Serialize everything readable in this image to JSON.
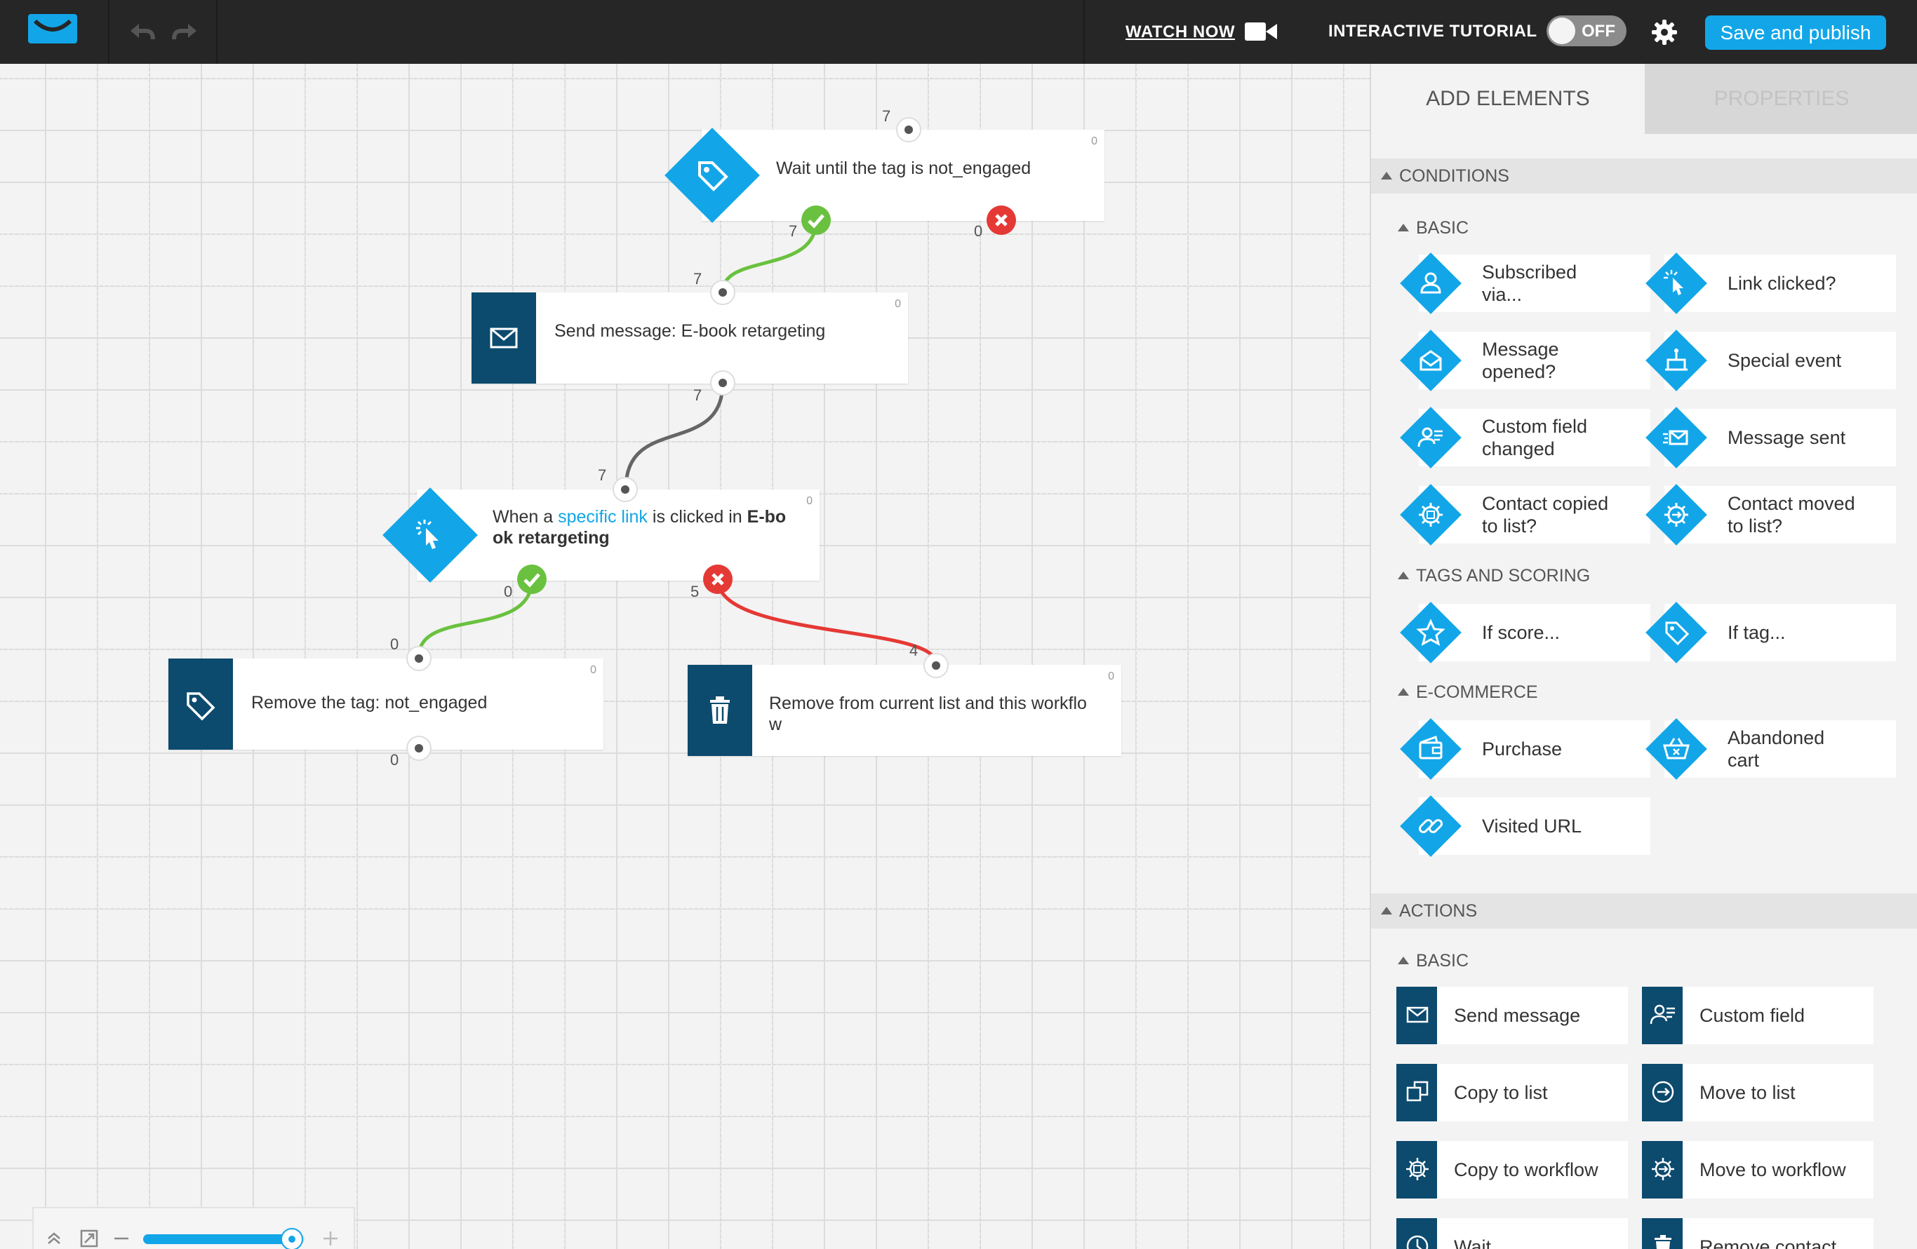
{
  "topbar": {
    "watch_now": "WATCH NOW",
    "tutorial_label": "INTERACTIVE TUTORIAL",
    "tutorial_toggle": "OFF",
    "save_label": "Save and publish"
  },
  "colors": {
    "accent": "#12a6e8",
    "dark_node": "#0c4a6e",
    "yes": "#6ac13f",
    "no": "#e53935",
    "topbar": "#262626"
  },
  "zoom": {
    "level": 0.92
  },
  "workflow": {
    "nodes": [
      {
        "id": "wait-tag",
        "text": "Wait until the tag is not_engaged",
        "count": "0",
        "in": "7",
        "yes": "7",
        "no": "0"
      },
      {
        "id": "send-message",
        "text": "Send message: E-book retargeting",
        "count": "0",
        "in": "7",
        "out": "7"
      },
      {
        "id": "link-clicked",
        "pre": "When a ",
        "link": "specific link",
        "mid": " is clicked in ",
        "bold1": "E-bo",
        "bold2": "ok retargeting",
        "count": "0",
        "in": "7",
        "yes": "0",
        "no": "5"
      },
      {
        "id": "remove-tag",
        "text": "Remove the tag: not_engaged",
        "count": "0",
        "in": "0",
        "out": "0"
      },
      {
        "id": "remove-list",
        "text1": "Remove from current list and this workflo",
        "text2": "w",
        "count": "0",
        "in": "4"
      }
    ]
  },
  "sidebar": {
    "tabs": [
      "ADD ELEMENTS",
      "PROPERTIES"
    ],
    "conditions": {
      "title": "CONDITIONS",
      "basic_title": "BASIC",
      "basic": [
        {
          "label1": "Subscribed",
          "label2": "via...",
          "icon": "user-icon"
        },
        {
          "label1": "Link clicked?",
          "label2": "",
          "icon": "cursor-click-icon"
        },
        {
          "label1": "Message",
          "label2": "opened?",
          "icon": "open-envelope-icon"
        },
        {
          "label1": "Special event",
          "label2": "",
          "icon": "cake-icon"
        },
        {
          "label1": "Custom field",
          "label2": "changed",
          "icon": "user-field-icon"
        },
        {
          "label1": "Message sent",
          "label2": "",
          "icon": "sent-envelope-icon"
        },
        {
          "label1": "Contact copied",
          "label2": "to list?",
          "icon": "gear-copy-icon"
        },
        {
          "label1": "Contact moved",
          "label2": "to list?",
          "icon": "gear-move-icon"
        }
      ],
      "tags_title": "TAGS AND SCORING",
      "tags": [
        {
          "label1": "If score...",
          "label2": "",
          "icon": "star-icon"
        },
        {
          "label1": "If tag...",
          "label2": "",
          "icon": "tag-icon"
        }
      ],
      "ecom_title": "E-COMMERCE",
      "ecom": [
        {
          "label1": "Purchase",
          "label2": "",
          "icon": "wallet-icon"
        },
        {
          "label1": "Abandoned",
          "label2": "cart",
          "icon": "cart-icon"
        },
        {
          "label1": "Visited URL",
          "label2": "",
          "icon": "chain-link-icon"
        }
      ]
    },
    "actions": {
      "title": "ACTIONS",
      "basic_title": "BASIC",
      "basic": [
        {
          "label": "Send message",
          "icon": "envelope-icon"
        },
        {
          "label": "Custom field",
          "icon": "user-field-icon"
        },
        {
          "label": "Copy to list",
          "icon": "copy-icon"
        },
        {
          "label": "Move to list",
          "icon": "arrow-circle-icon"
        },
        {
          "label": "Copy to workflow",
          "icon": "gear-copy-icon"
        },
        {
          "label": "Move to workflow",
          "icon": "gear-move-icon"
        },
        {
          "label": "Wait",
          "icon": "clock-icon"
        },
        {
          "label": "Remove contact",
          "icon": "trash-icon"
        }
      ]
    }
  }
}
